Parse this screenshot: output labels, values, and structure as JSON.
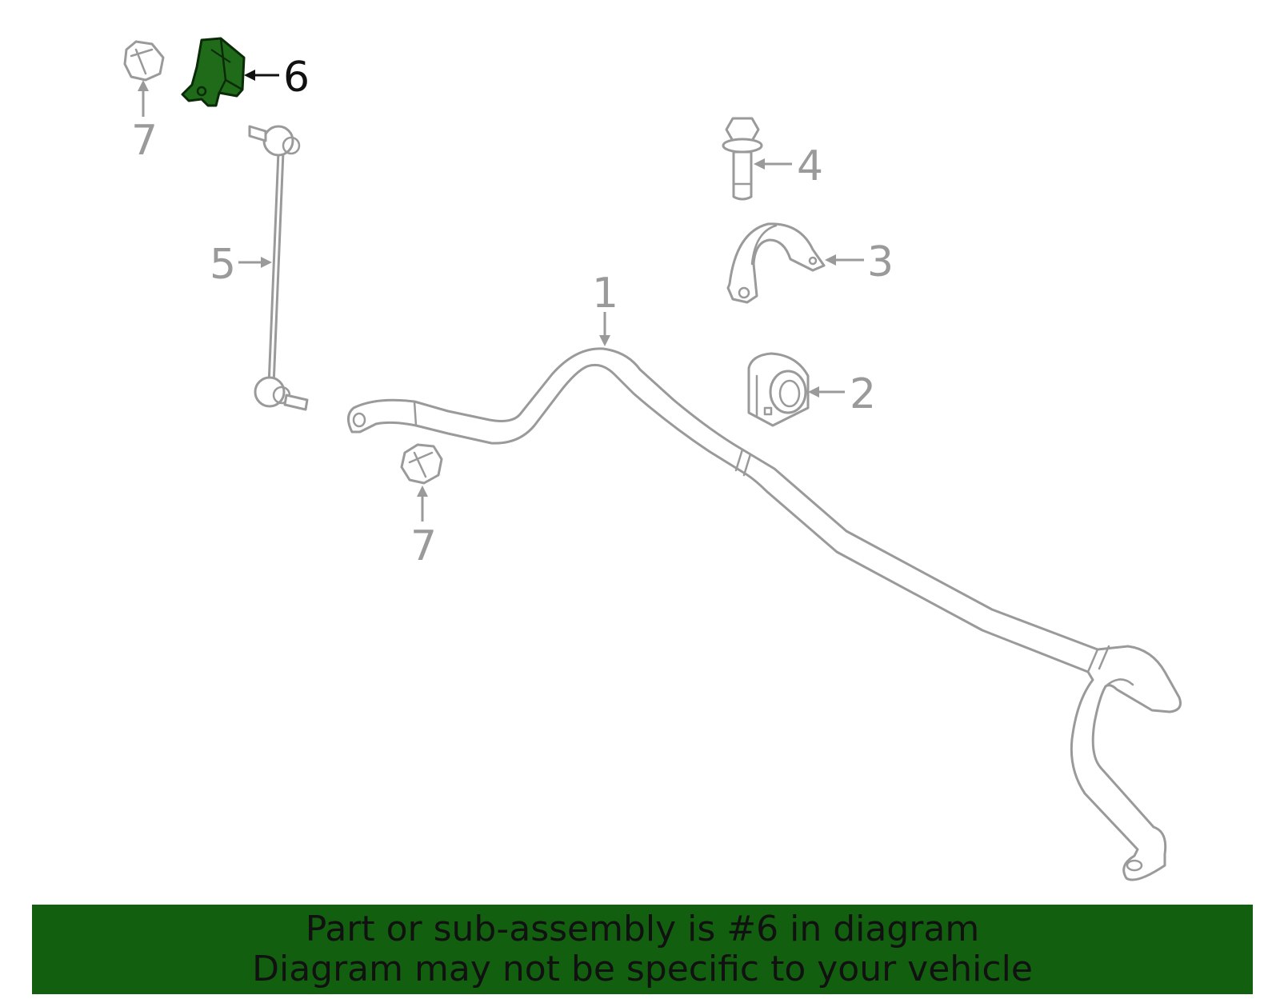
{
  "colors": {
    "highlight_fill": "#1f6b1a",
    "banner_bg": "#12600f",
    "part_stroke": "#9a9a9a",
    "active_text": "#111111"
  },
  "callouts": {
    "c1": "1",
    "c2": "2",
    "c3": "3",
    "c4": "4",
    "c5": "5",
    "c6": "6",
    "c7a": "7",
    "c7b": "7"
  },
  "highlighted_part": "6",
  "banner": {
    "line1": "Part or sub-assembly is #6 in diagram",
    "line2": "Diagram may not be specific to your vehicle"
  }
}
